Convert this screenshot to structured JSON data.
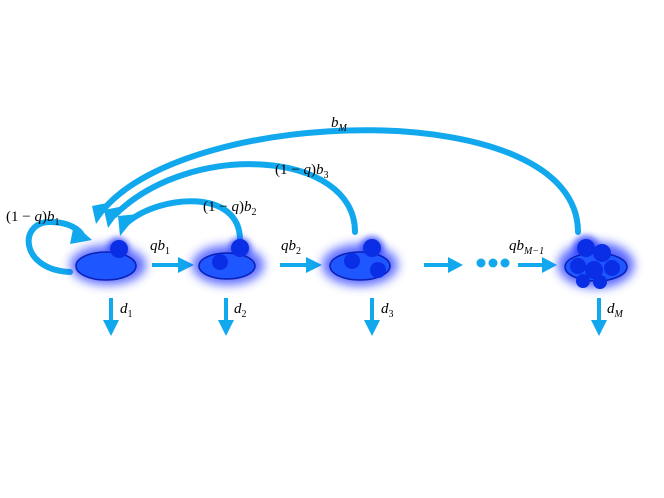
{
  "colors": {
    "arrow": "#12a8ee",
    "cell_fill": "#1e56ff",
    "cell_glow": "#2a3cff",
    "cell_stroke": "#0a1fb4",
    "nucleus": "#0a2ee6"
  },
  "labels": {
    "loop": {
      "prefix": "(1 − ",
      "q": "q",
      "mid": ")",
      "b": "b",
      "sub": "1"
    },
    "self2": {
      "prefix": "(1 − ",
      "q": "q",
      "mid": ")",
      "b": "b",
      "sub": "2"
    },
    "self3": {
      "prefix": "(1 − ",
      "q": "q",
      "mid": ")",
      "b": "b",
      "sub": "3"
    },
    "bM": {
      "b": "b",
      "sub": "M"
    },
    "qb1": {
      "q": "q",
      "b": "b",
      "sub": "1"
    },
    "qb2": {
      "q": "q",
      "b": "b",
      "sub": "2"
    },
    "qbM1": {
      "q": "q",
      "b": "b",
      "sub": "M−1"
    },
    "d1": {
      "d": "d",
      "sub": "1"
    },
    "d2": {
      "d": "d",
      "sub": "2"
    },
    "d3": {
      "d": "d",
      "sub": "3"
    },
    "dM": {
      "d": "d",
      "sub": "M"
    }
  },
  "ellipsis_glyph": "●●●"
}
